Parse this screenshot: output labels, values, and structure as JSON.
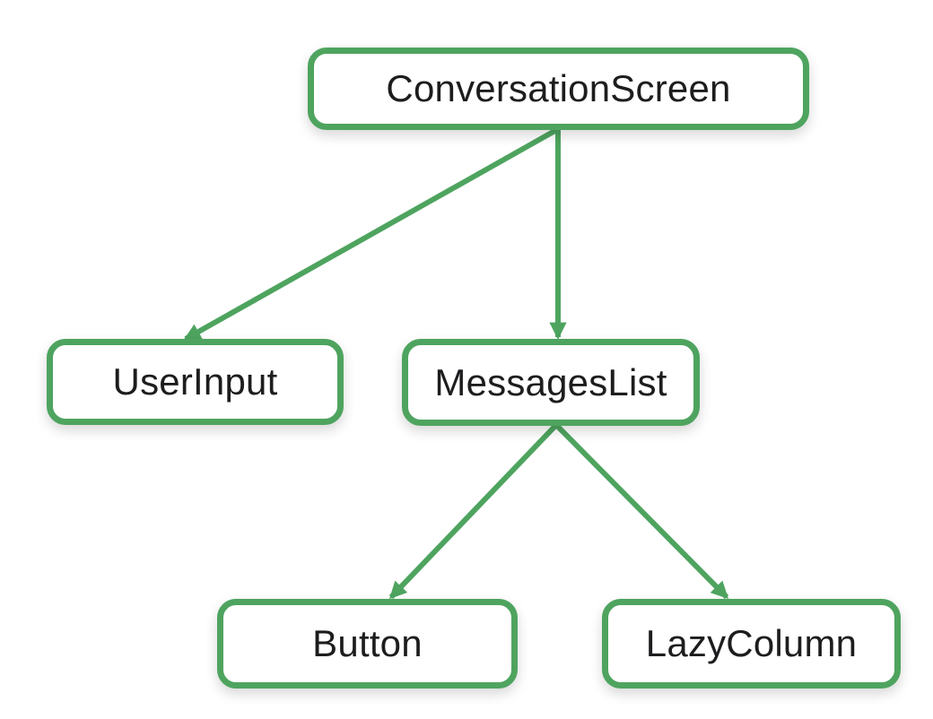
{
  "diagram": {
    "type": "component-tree",
    "accent_color": "#4EA45F",
    "text_color": "#1d1d1f",
    "background_color": "#ffffff",
    "nodes": [
      {
        "id": "conversation-screen",
        "label": "ConversationScreen"
      },
      {
        "id": "user-input",
        "label": "UserInput"
      },
      {
        "id": "messages-list",
        "label": "MessagesList"
      },
      {
        "id": "button",
        "label": "Button"
      },
      {
        "id": "lazy-column",
        "label": "LazyColumn"
      }
    ],
    "edges": [
      {
        "from": "ConversationScreen",
        "to": "UserInput"
      },
      {
        "from": "ConversationScreen",
        "to": "MessagesList"
      },
      {
        "from": "MessagesList",
        "to": "Button"
      },
      {
        "from": "MessagesList",
        "to": "LazyColumn"
      }
    ]
  }
}
